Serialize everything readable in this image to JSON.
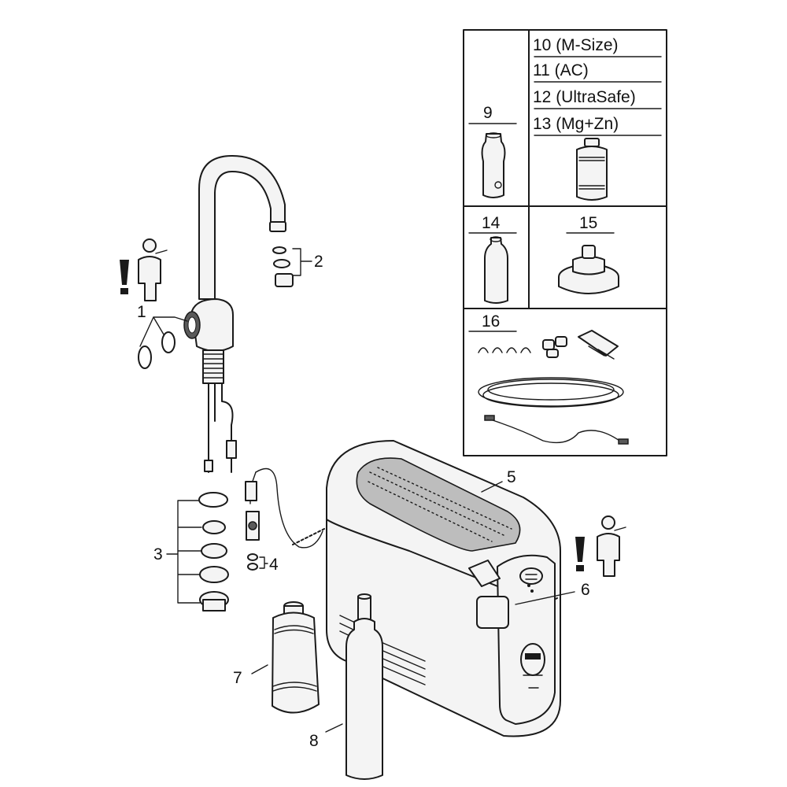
{
  "callouts": {
    "c1": "1",
    "c2": "2",
    "c3": "3",
    "c4": "4",
    "c5": "5",
    "c6": "6",
    "c7": "7",
    "c8": "8"
  },
  "accessory_table": {
    "filter_variants": [
      "10 (M-Size)",
      "11 (AC)",
      "12 (UltraSafe)",
      "13 (Mg+Zn)"
    ],
    "item_9": "9",
    "item_14": "14",
    "item_15": "15",
    "item_16": "16"
  },
  "colors": {
    "line": "#1a1a1a",
    "fill": "#f4f4f4"
  },
  "icons": [
    "warning-exclamation-icon",
    "installer-figure-icon"
  ]
}
